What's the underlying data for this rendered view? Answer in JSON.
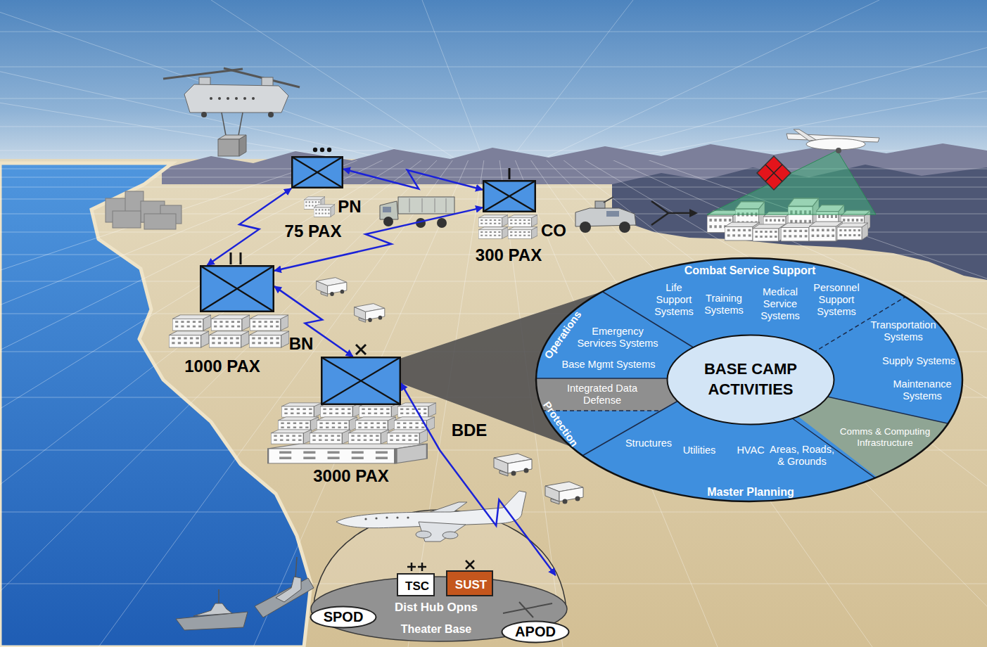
{
  "diagram": {
    "nodes": [
      {
        "text": [
          "PN",
          "75 PAX"
        ]
      },
      {
        "text": [
          "CO",
          "300 PAX"
        ]
      },
      {
        "text": [
          "BN",
          "1000 PAX"
        ]
      },
      {
        "text": [
          "BDE",
          "3000 PAX"
        ]
      },
      {
        "text": [
          "Combat Service Support",
          "Life Support Systems",
          "Training Systems",
          "Medical Service Systems",
          "Personnel Support Systems",
          "Transportation Systems",
          "Supply Systems",
          "Maintenance Systems",
          "Comms & Computing Infrastructure",
          "Master Planning",
          "Areas, Roads, & Grounds",
          "HVAC",
          "Utilities",
          "Structures",
          "Protection",
          "Integrated Data Defense",
          "Operations",
          "Base Mgmt Systems",
          "Emergency Services Systems"
        ]
      },
      {
        "text": [
          "BASE CAMP ACTIVITIES"
        ],
        "in": 4
      },
      {
        "text": [
          "Dist Hub Opns",
          "Theater Base"
        ]
      },
      {
        "text": [
          "TSC"
        ],
        "in": 6
      },
      {
        "text": [
          "SUST"
        ],
        "in": 6
      },
      {
        "text": [
          "SPOD"
        ],
        "in": 6
      },
      {
        "text": [
          "APOD"
        ],
        "in": 6
      }
    ],
    "edges": [
      {
        "from": 0,
        "to": 1,
        "arrow": "both"
      },
      {
        "from": 0,
        "to": 2,
        "arrow": "both"
      },
      {
        "from": 2,
        "to": 1,
        "arrow": "both"
      },
      {
        "from": 2,
        "to": 3,
        "arrow": "both"
      },
      {
        "from": 3,
        "to": 6,
        "arrow": "both"
      }
    ]
  }
}
